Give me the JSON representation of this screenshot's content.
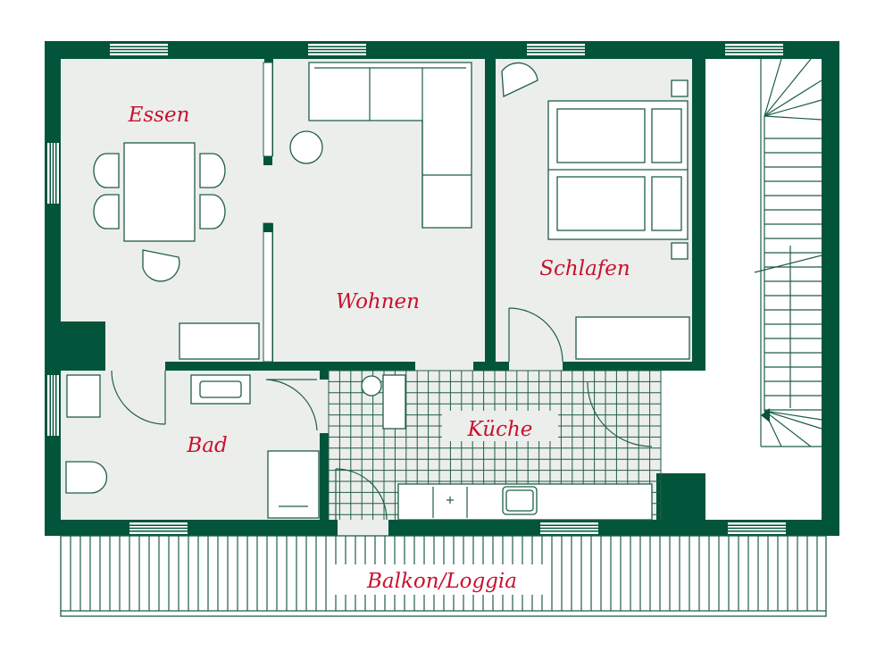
{
  "colors": {
    "wall": "#02553a",
    "floor": "#ecEEeb",
    "label": "#c8102e",
    "furniture": "#ffffff"
  },
  "rooms": {
    "essen": "Essen",
    "wohnen": "Wohnen",
    "schlafen": "Schlafen",
    "bad": "Bad",
    "kueche": "Küche",
    "balkon": "Balkon/Loggia"
  },
  "icons": [
    "staircase-direction-arrow-icon"
  ]
}
